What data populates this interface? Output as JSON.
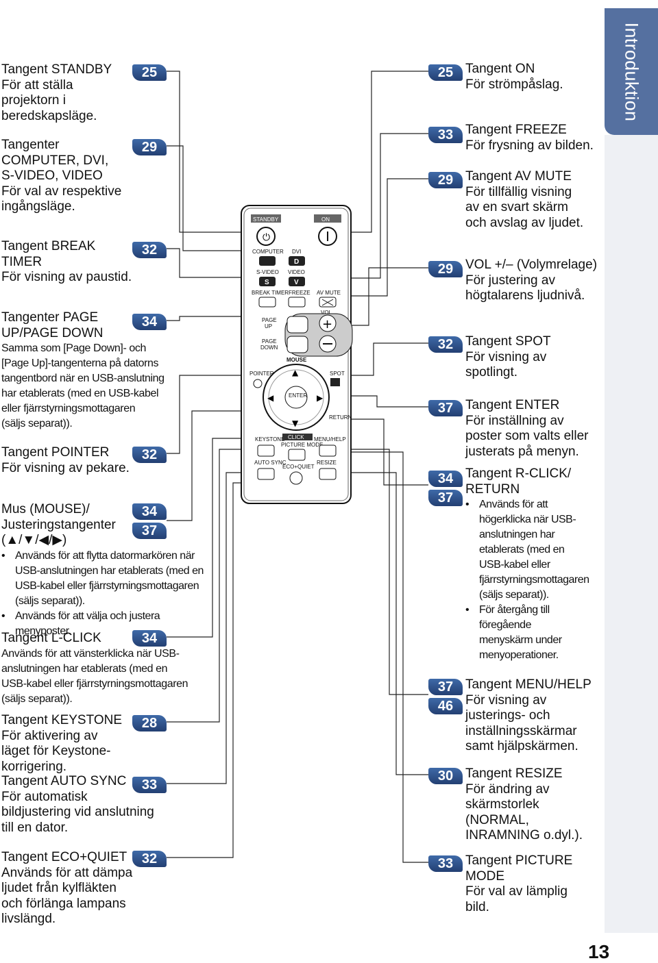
{
  "section_tab": "Introduktion",
  "page_number": "13",
  "colors": {
    "badge": "#2f5592",
    "tab": "#5570a0"
  },
  "left": [
    {
      "title": "Tangent STANDBY",
      "desc": "För att ställa\nprojektorn i\nberedskapsläge.",
      "pages": [
        "25"
      ]
    },
    {
      "title": "Tangenter\nCOMPUTER, DVI,\nS-VIDEO, VIDEO",
      "desc": "För val av respektive\ningångsläge.",
      "pages": [
        "29"
      ]
    },
    {
      "title": "Tangent BREAK\nTIMER",
      "desc": "För visning av paustid.",
      "pages": [
        "32"
      ]
    },
    {
      "title": "Tangenter PAGE\nUP/PAGE DOWN",
      "desc": "Samma som [Page Down]- och\n[Page Up]-tangenterna på datorns\ntangentbord när en USB-anslutning\nhar etablerats (med en USB-kabel\neller fjärrstyrningsmottagaren\n(säljs separat)).",
      "pages": [
        "34"
      ]
    },
    {
      "title": "Tangent POINTER",
      "desc": "För visning av pekare.",
      "pages": [
        "32"
      ]
    },
    {
      "title": "Mus (MOUSE)/\nJusteringstangenter\n(▲/▼/◀/▶)",
      "bullets": [
        "Används för att flytta datormarkören när\nUSB-anslutningen har etablerats (med en\nUSB-kabel eller fjärrstyrningsmottagaren\n(säljs separat)).",
        "Används för att välja och justera\nmenyposter."
      ],
      "pages": [
        "34",
        "37"
      ]
    },
    {
      "title": "Tangent L-CLICK",
      "desc": "Används för att vänsterklicka när USB-\nanslutningen har etablerats (med en\nUSB-kabel eller fjärrstyrningsmottagaren\n(säljs separat)).",
      "pages": [
        "34"
      ]
    },
    {
      "title": "Tangent KEYSTONE",
      "desc": "För aktivering av\nläget för Keystone-\nkorrigering.",
      "pages": [
        "28"
      ]
    },
    {
      "title": "Tangent AUTO SYNC",
      "desc": "För automatisk\nbildjustering vid anslutning\ntill en dator.",
      "pages": [
        "33"
      ]
    },
    {
      "title": "Tangent ECO+QUIET",
      "desc": "Används för att dämpa\nljudet från kylfläkten\noch förlänga lampans\nlivslängd.",
      "pages": [
        "32"
      ]
    }
  ],
  "right": [
    {
      "title": "Tangent ON",
      "desc": "För strömpåslag.",
      "pages": [
        "25"
      ]
    },
    {
      "title": "Tangent FREEZE",
      "desc": "För frysning av bilden.",
      "pages": [
        "33"
      ]
    },
    {
      "title": "Tangent AV MUTE",
      "desc": "För tillfällig visning\nav en svart skärm\noch avslag av ljudet.",
      "pages": [
        "29"
      ]
    },
    {
      "title": "VOL +/– (Volymrelage)",
      "desc": "För justering av\nhögtalarens ljudnivå.",
      "pages": [
        "29"
      ]
    },
    {
      "title": "Tangent SPOT",
      "desc": "För visning av\nspotlingt.",
      "pages": [
        "32"
      ]
    },
    {
      "title": "Tangent ENTER",
      "desc": "För inställning av\nposter som valts eller\njusterats på menyn.",
      "pages": [
        "37"
      ]
    },
    {
      "title": "Tangent R-CLICK/\nRETURN",
      "bullets": [
        "Används för att\nhögerklicka när USB-\nanslutningen har\netablerats (med en\nUSB-kabel eller\nfjärrstyrningsmottagaren\n(säljs separat)).",
        "För återgång till\nföregående\nmenyskärm under\nmenyoperationer."
      ],
      "pages": [
        "34",
        "37"
      ]
    },
    {
      "title": "Tangent MENU/HELP",
      "desc": "För visning av\njusterings- och\ninställningsskärmar\nsamt hjälpskärmen.",
      "pages": [
        "37",
        "46"
      ]
    },
    {
      "title": "Tangent RESIZE",
      "desc": "För ändring av\nskärmstorlek\n(NORMAL,\nINRAMNING o.dyl.).",
      "pages": [
        "30"
      ]
    },
    {
      "title": "Tangent PICTURE\nMODE",
      "desc": "För val av lämplig\nbild.",
      "pages": [
        "33"
      ]
    }
  ],
  "remote": {
    "labels": {
      "standby": "STANDBY",
      "on": "ON",
      "computer": "COMPUTER",
      "dvi": "DVI",
      "d": "D",
      "svideo": "S-VIDEO",
      "video": "VIDEO",
      "s": "S",
      "v": "V",
      "break_timer": "BREAK TIMER",
      "freeze": "FREEZE",
      "av_mute": "AV MUTE",
      "vol": "VOL",
      "page_up": "PAGE\nUP",
      "page_down": "PAGE\nDOWN",
      "mouse": "MOUSE",
      "pointer": "POINTER",
      "spot": "SPOT",
      "enter": "ENTER",
      "return": "RETURN",
      "keystone": "KEYSTONE",
      "click": "CLICK",
      "menu_help": "MENU/HELP",
      "picture_mode": "PICTURE MODE",
      "auto_sync": "AUTO SYNC",
      "resize": "RESIZE",
      "eco_quiet": "ECO+QUIET"
    }
  }
}
